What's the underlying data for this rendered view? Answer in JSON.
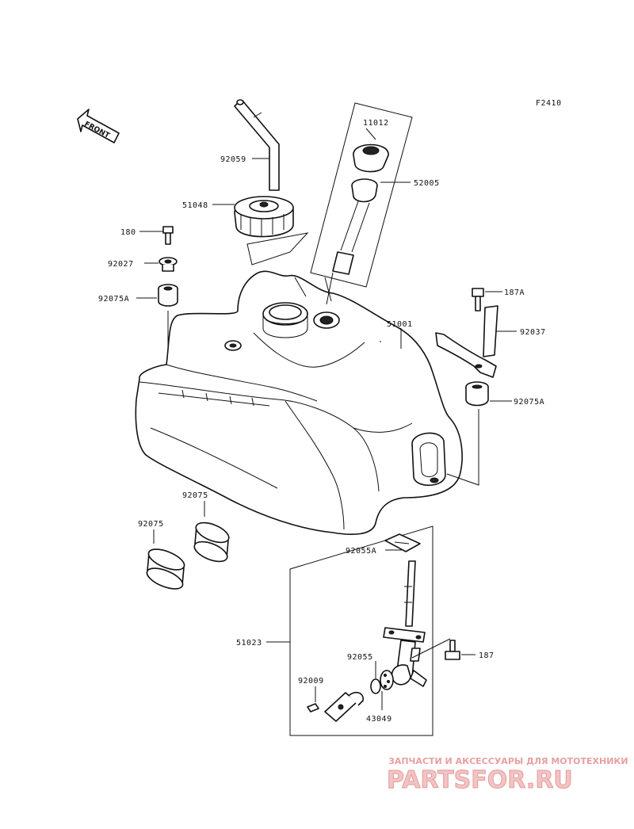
{
  "diagram": {
    "code": "F2410",
    "front_label": "FRONT",
    "parts": {
      "p11012": "11012",
      "p52005": "52005",
      "p92059": "92059",
      "p51048": "51048",
      "p180": "180",
      "p92027": "92027",
      "p92075A_left": "92075A",
      "p51001": "51001",
      "p187A": "187A",
      "p92037": "92037",
      "p92075A_right": "92075A",
      "p92075_a": "92075",
      "p92075_b": "92075",
      "p92055A": "92055A",
      "p51023": "51023",
      "p92055": "92055",
      "p187": "187",
      "p92009": "92009",
      "p43049": "43049"
    }
  },
  "watermark": {
    "tagline": "ЗАПЧАСТИ И АКСЕССУАРЫ ДЛЯ МОТОТЕХНИКИ",
    "brand": "PARTSFOR.RU"
  }
}
